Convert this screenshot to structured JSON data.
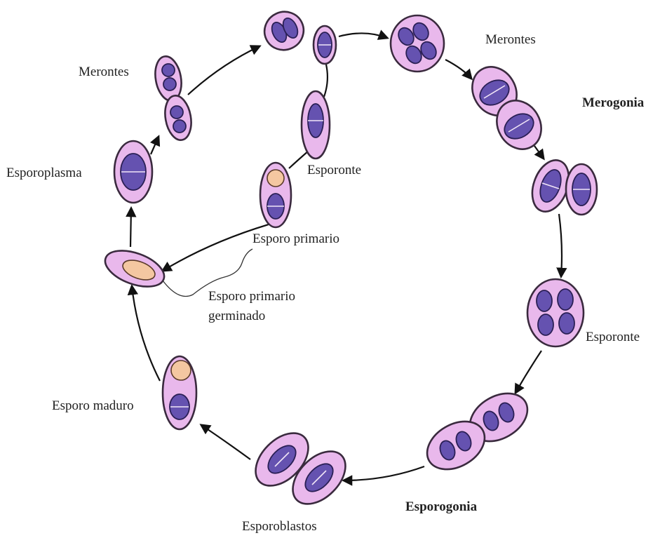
{
  "labels": {
    "merontes_top_left": "Merontes",
    "merontes_top_right": "Merontes",
    "merogonia": "Merogonia",
    "esporoplasma": "Esporoplasma",
    "esporonte_inner": "Esporonte",
    "esporo_primario": "Esporo primario",
    "esporo_primario_germinado_line1": "Esporo primario",
    "esporo_primario_germinado_line2": "germinado",
    "esporonte_right": "Esporonte",
    "esporo_maduro": "Esporo maduro",
    "esporogonia": "Esporogonia",
    "esporoblastos": "Esporoblastos"
  },
  "colors": {
    "cell_wall": "#e9b8ec",
    "nucleus": "#6552b0",
    "polar_capsule": "#f4c7a1"
  }
}
